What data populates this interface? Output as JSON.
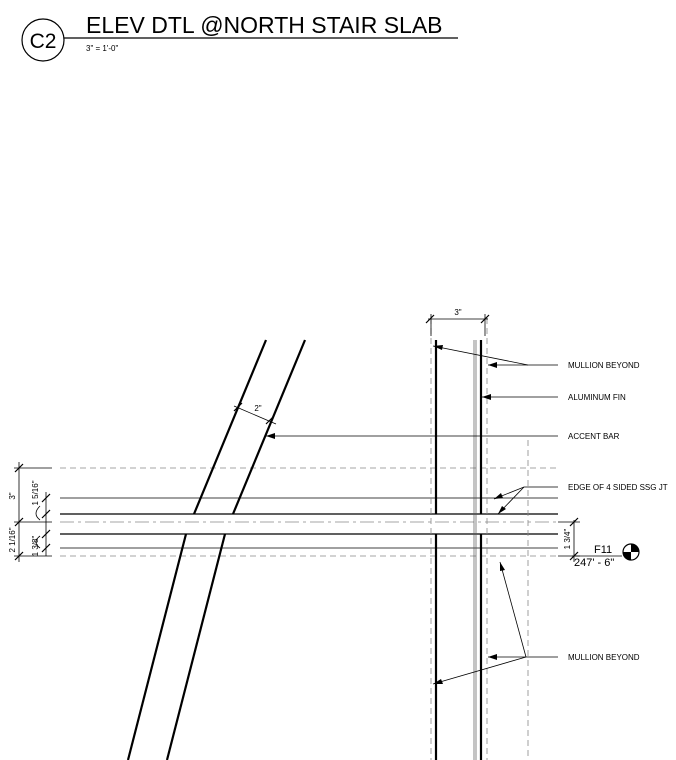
{
  "title_block": {
    "detail_number": "C2",
    "title": "ELEV DTL @NORTH STAIR SLAB",
    "scale": "3\" = 1'-0\""
  },
  "dimensions": {
    "mullion_width": "3\"",
    "accent_bar_width": "2\"",
    "left_total": "3\"",
    "left_upper": "1 5/16\"",
    "left_lower_total": "2 1/16\"",
    "left_lower": "1 3/8\"",
    "right_gap": "1 3/4\""
  },
  "annotations": {
    "mullion_beyond_top": "MULLION BEYOND",
    "aluminum_fin": "ALUMINUM FIN",
    "accent_bar": "ACCENT BAR",
    "edge_ssg": "EDGE OF 4 SIDED SSG JT",
    "mullion_beyond_bottom": "MULLION BEYOND"
  },
  "level_marker": {
    "name": "F11",
    "elevation": "247' - 6\""
  }
}
